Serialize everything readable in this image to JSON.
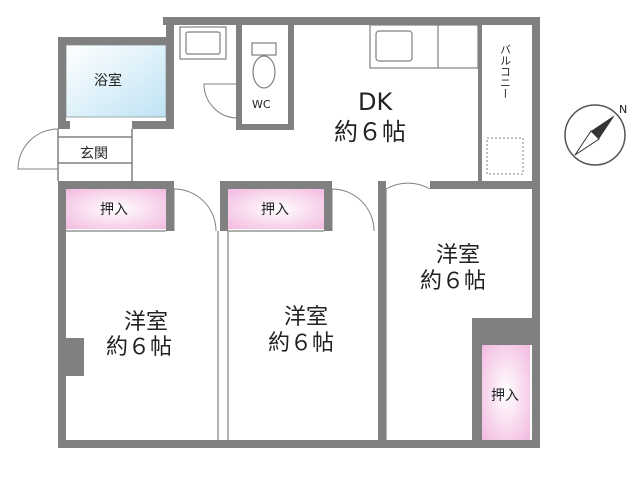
{
  "rooms": {
    "bath": "浴室",
    "entrance": "玄関",
    "wc": "WC",
    "dk_name": "DK",
    "dk_size": "約６帖",
    "balcony": "バルコニー",
    "west_room_name": "洋室",
    "west_room_size": "約６帖",
    "center_room_name": "洋室",
    "center_room_size": "約６帖",
    "east_room_name": "洋室",
    "east_room_size": "約６帖"
  },
  "closets": {
    "west": "押入",
    "center": "押入",
    "east": "押入"
  },
  "compass": {
    "north_letter": "N",
    "icon": "north-arrow-compass"
  },
  "colors": {
    "wall": "#7a7a7a",
    "closet_pink": "#f6c9e6",
    "bath_blue": "#bfe3f2",
    "line": "#555555"
  }
}
